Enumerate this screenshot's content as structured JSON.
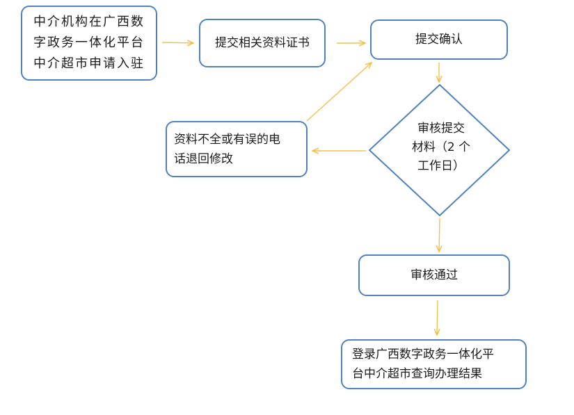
{
  "flow": {
    "apply_lines": [
      "中介机构在广西数",
      "字政务一体化平台",
      "中介超市申请入驻"
    ],
    "submit_docs": "提交相关资料证书",
    "submit_confirm": "提交确认",
    "review_lines": [
      "审核提交",
      "材料（2 个",
      "工作日）"
    ],
    "return_lines": [
      "资料不全或有误的电",
      "话退回修改"
    ],
    "approved": "审核通过",
    "result_lines": [
      "登录广西数字政务一体化平",
      "台中介超市查询办理结果"
    ]
  },
  "colors": {
    "node_border": "#4f81bd",
    "arrow": "#f5c04a",
    "text": "#1a1a1a"
  }
}
